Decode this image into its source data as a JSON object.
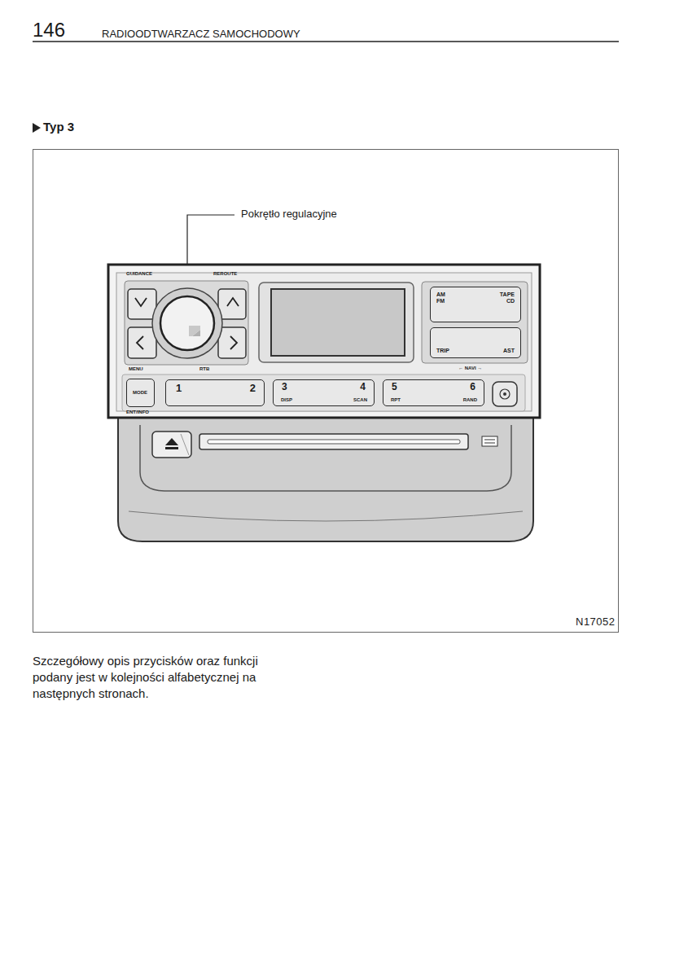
{
  "diagram": {
    "title": "Typ 3",
    "caption": "Szczegółowy opis przycisków oraz funkcji podany jest w kolejności alfabetycznej na następnych stronach.",
    "nodes": [
      {
        "text": [
          "AM FM",
          "TAPE CD"
        ]
      },
      {
        "text": [
          "TRIP",
          "AST"
        ]
      },
      {
        "text": [
          "MODE"
        ]
      },
      {
        "text": [
          "1",
          "2"
        ]
      },
      {
        "text": [
          "3",
          "DISP",
          "4",
          "SCAN"
        ]
      },
      {
        "text": [
          "5",
          "RPT",
          "6",
          "RAND"
        ]
      }
    ],
    "labels": [
      "146",
      "RADIOODTWARZACZ SAMOCHODOWY",
      "Pokrętło regulacyjne",
      "GUIDANCE",
      "REROUTE",
      "MENU",
      "RTB",
      "← NAVI →",
      "ENT/INFO",
      "N17052"
    ]
  }
}
